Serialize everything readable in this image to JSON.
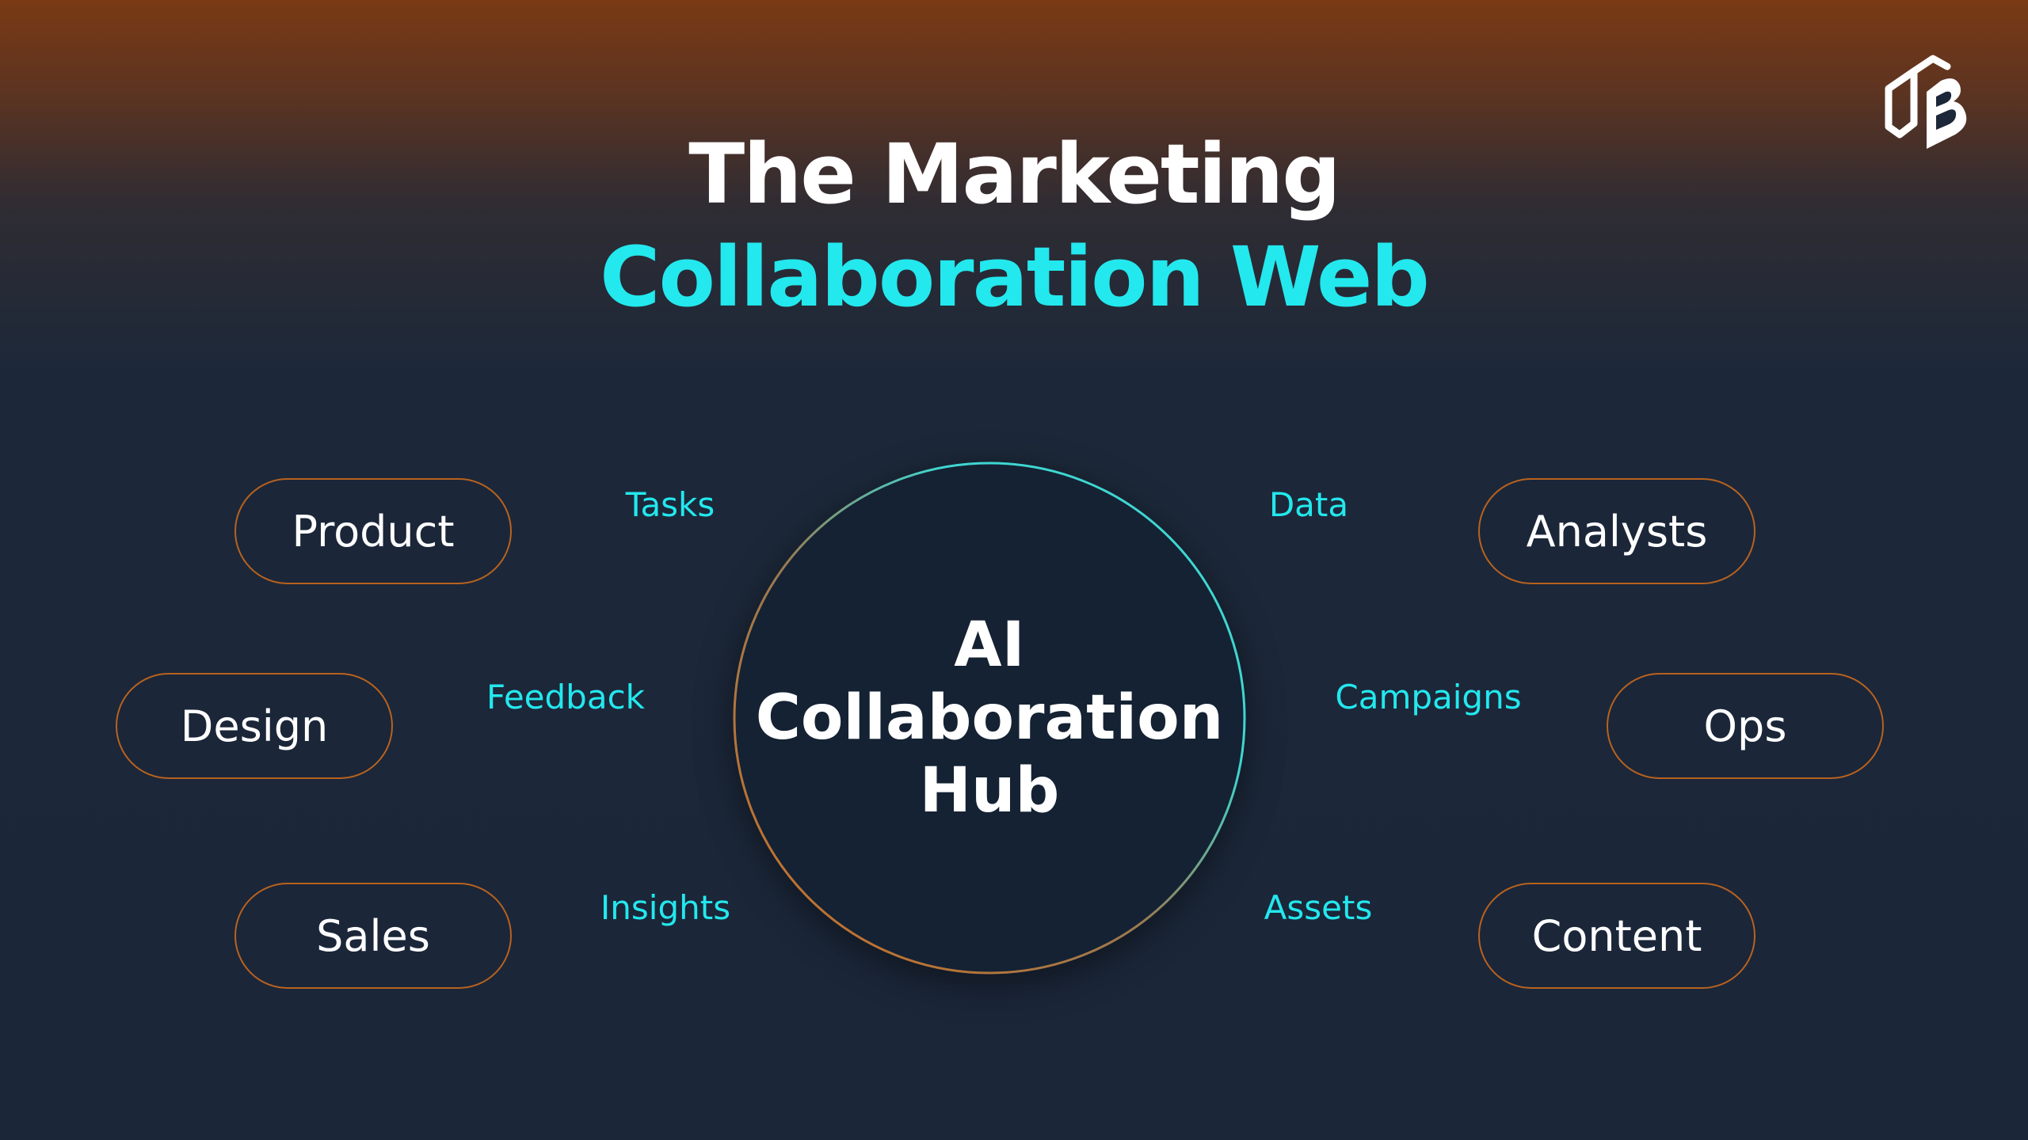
{
  "title": {
    "line1": "The Marketing",
    "line2": "Collaboration Web"
  },
  "hub": {
    "line1": "AI",
    "line2": "Collaboration",
    "line3": "Hub"
  },
  "nodes": {
    "product": "Product",
    "design": "Design",
    "sales": "Sales",
    "analysts": "Analysts",
    "ops": "Ops",
    "content": "Content"
  },
  "edges": {
    "product": "Tasks",
    "design": "Feedback",
    "sales": "Insights",
    "analysts": "Data",
    "ops": "Campaigns",
    "content": "Assets"
  },
  "colors": {
    "title_accent": "#23e8ee",
    "node_border": "#b8621e",
    "edge_orange": "#d06e22",
    "hub_ring_teal": "#3fd6d0",
    "background": "#1b2639"
  },
  "logo_icon": "brand-logo-icon"
}
